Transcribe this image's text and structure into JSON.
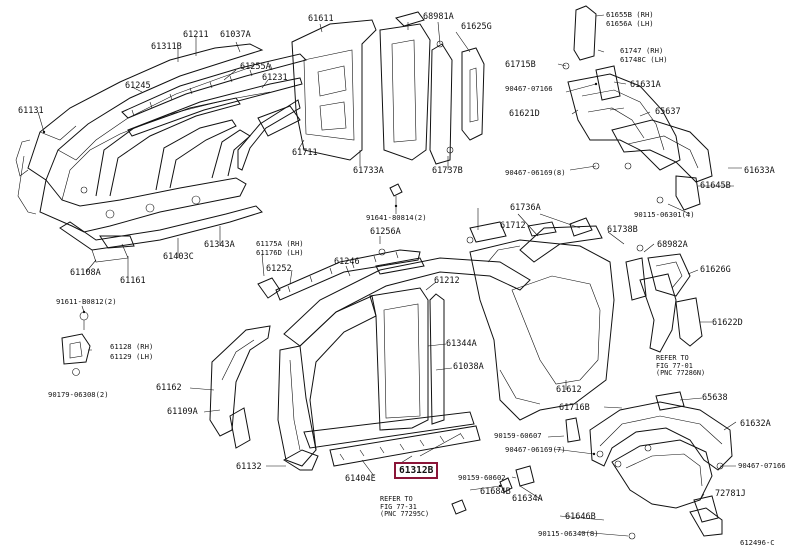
{
  "figure_id": "612496-C",
  "highlighted_part": "61312B",
  "parts": {
    "p61131": "61131",
    "p61245": "61245",
    "p61311B": "61311B",
    "p61211": "61211",
    "p61037A": "61037A",
    "p61255A": "61255A",
    "p61231": "61231",
    "p61611": "61611",
    "p68981A": "68981A",
    "p61625G": "61625G",
    "p61655B": "61655B (RH)",
    "p61656A": "61656A (LH)",
    "p61747": "61747 (RH)",
    "p61748C": "61748C (LH)",
    "p61715B": "61715B",
    "p90467_07166": "90467-07166",
    "p61631A": "61631A",
    "p61621D": "61621D",
    "p65637": "65637",
    "p61711": "61711",
    "p61733A": "61733A",
    "p61737B": "61737B",
    "p90467_06169_8": "90467-06169(8)",
    "p61633A": "61633A",
    "p61645B": "61645B",
    "p90115_06301_4": "90115-06301(4)",
    "p61108A": "61108A",
    "p61161": "61161",
    "p61403C": "61403C",
    "p61343A": "61343A",
    "p91641_80814_2": "91641-80814(2)",
    "p61736A": "61736A",
    "p61712": "61712",
    "p61738B": "61738B",
    "p68982A": "68982A",
    "p61175A": "61175A (RH)",
    "p61176D": "61176D (LH)",
    "p61256A": "61256A",
    "p61246": "61246",
    "p61252": "61252",
    "p61212": "61212",
    "p61626G": "61626G",
    "p91611_B0812_2": "91611-B0812(2)",
    "p61128": "61128 (RH)",
    "p61129": "61129 (LH)",
    "p61622D": "61622D",
    "p61344A": "61344A",
    "p61038A": "61038A",
    "p61162": "61162",
    "p90179_06308_2": "90179-06308(2)",
    "p61109A": "61109A",
    "p61612": "61612",
    "p61716B": "61716B",
    "p65638": "65638",
    "p61632A": "61632A",
    "p90159_60607": "90159-60607",
    "p90467_06169_7": "90467-06169(7)",
    "p90467_07166b": "90467-07166",
    "p61132": "61132",
    "p61404E": "61404E",
    "p61312B": "61312B",
    "p90159_60602": "90159-60602",
    "p61684B": "61684B",
    "p61634A": "61634A",
    "p72781J": "72781J",
    "p61646B": "61646B",
    "p90115_06340_8": "90115-06340(8)"
  },
  "refs": {
    "ref_a_l1": "REFER TO",
    "ref_a_l2": "FIG 77-01",
    "ref_a_l3": "(PNC 77286N)",
    "ref_b_l1": "REFER TO",
    "ref_b_l2": "FIG 77-31",
    "ref_b_l3": "(PNC 77295C)"
  }
}
